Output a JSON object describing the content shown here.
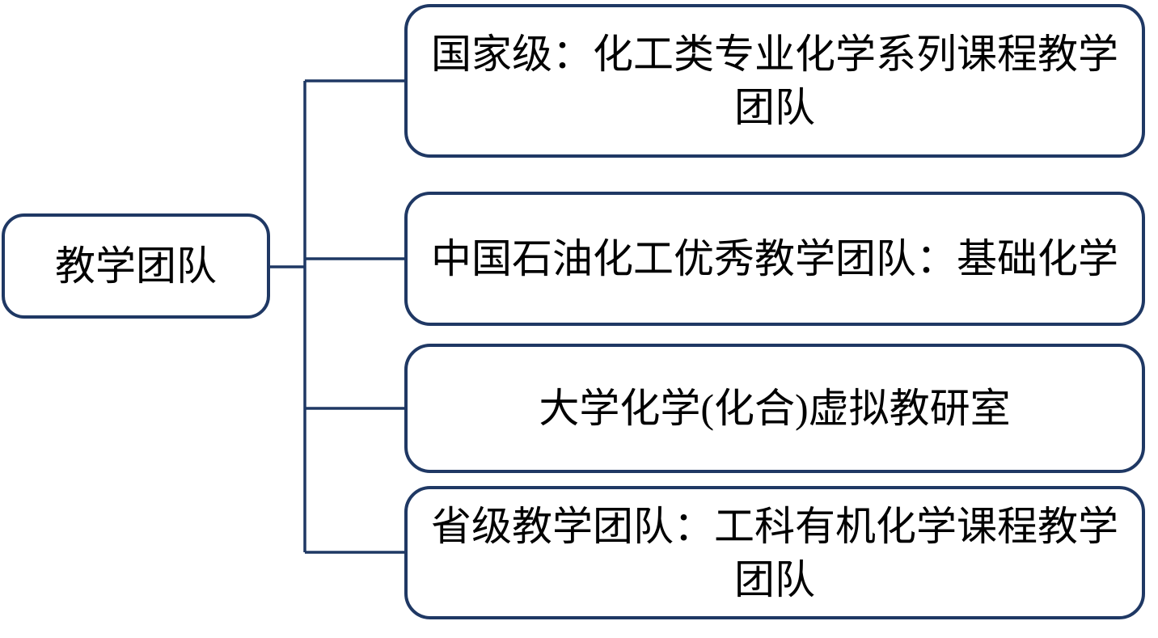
{
  "diagram": {
    "root": {
      "label": "教学团队"
    },
    "children": [
      {
        "label": "国家级：化工类专业化学系列课程教学团队"
      },
      {
        "label": "中国石油化工优秀教学团队：基础化学"
      },
      {
        "label": "大学化学(化合)虚拟教研室"
      },
      {
        "label": "省级教学团队：工科有机化学课程教学团队"
      }
    ],
    "colors": {
      "border": "#1f3864",
      "connector": "#1f3864",
      "text": "#000000",
      "background": "#ffffff"
    }
  }
}
